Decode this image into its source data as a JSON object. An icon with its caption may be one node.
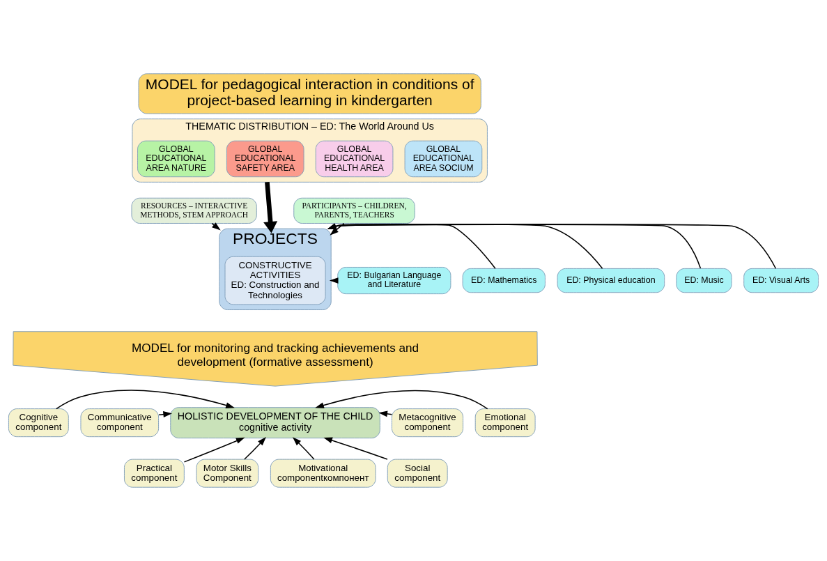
{
  "diagram": {
    "nodes": [
      {
        "text": [
          "MODEL for pedagogical interaction in conditions of project-based learning in kindergarten"
        ]
      },
      {
        "text": [
          "THEMATIC DISTRIBUTION – ED: The World Around Us"
        ]
      },
      {
        "text": [
          "GLOBAL EDUCATIONAL AREA NATURE"
        ],
        "in": 1
      },
      {
        "text": [
          "GLOBAL EDUCATIONAL SAFETY AREA"
        ],
        "in": 1
      },
      {
        "text": [
          "GLOBAL EDUCATIONAL HEALTH AREA"
        ],
        "in": 1
      },
      {
        "text": [
          "GLOBAL EDUCATIONAL AREA SOCIUM"
        ],
        "in": 1
      },
      {
        "text": [
          "RESOURCES – INTERACTIVE METHODS, STEM APPROACH"
        ]
      },
      {
        "text": [
          "PARTICIPANTS – CHILDREN, PARENTS, TEACHERS"
        ]
      },
      {
        "text": [
          "PROJECTS"
        ]
      },
      {
        "text": [
          "CONSTRUCTIVE ACTIVITIES",
          "ED: Construction and Technologies"
        ],
        "in": 8
      },
      {
        "text": [
          "ED: Bulgarian Language and Literature"
        ]
      },
      {
        "text": [
          "ED: Mathematics"
        ]
      },
      {
        "text": [
          "ED: Physical education"
        ]
      },
      {
        "text": [
          "ED: Music"
        ]
      },
      {
        "text": [
          "ED: Visual Arts"
        ]
      },
      {
        "text": [
          "MODEL for monitoring and tracking achievements and development (formative assessment)"
        ]
      },
      {
        "text": [
          "HOLISTIC DEVELOPMENT OF THE CHILD",
          "cognitive activity"
        ]
      },
      {
        "text": [
          "Cognitive component"
        ]
      },
      {
        "text": [
          "Communicative component"
        ]
      },
      {
        "text": [
          "Practical component"
        ]
      },
      {
        "text": [
          "Motor Skills Component"
        ]
      },
      {
        "text": [
          "Motivational componentкомпонент"
        ]
      },
      {
        "text": [
          "Social component"
        ]
      },
      {
        "text": [
          "Emotional component"
        ]
      },
      {
        "text": [
          "Metacognitive component"
        ]
      }
    ],
    "edges": [
      {
        "from": 1,
        "to": 8,
        "arrow": "to",
        "style": "thick"
      },
      {
        "from": 6,
        "to": 8,
        "arrow": "to"
      },
      {
        "from": 10,
        "to": 8,
        "arrow": "to"
      },
      {
        "from": 11,
        "to": 8,
        "arrow": "to"
      },
      {
        "from": 7,
        "to": 8,
        "arrow": "to"
      },
      {
        "from": 12,
        "to": 8,
        "arrow": "to"
      },
      {
        "from": 13,
        "to": 8,
        "arrow": "to"
      },
      {
        "from": 14,
        "to": 8,
        "arrow": "to"
      },
      {
        "from": 17,
        "to": 16,
        "arrow": "to"
      },
      {
        "from": 18,
        "to": 16,
        "arrow": "to"
      },
      {
        "from": 19,
        "to": 16,
        "arrow": "to"
      },
      {
        "from": 20,
        "to": 16,
        "arrow": "to"
      },
      {
        "from": 21,
        "to": 16,
        "arrow": "to"
      },
      {
        "from": 22,
        "to": 16,
        "arrow": "to"
      },
      {
        "from": 23,
        "to": 16,
        "arrow": "to"
      },
      {
        "from": 24,
        "to": 16,
        "arrow": "to"
      }
    ]
  }
}
